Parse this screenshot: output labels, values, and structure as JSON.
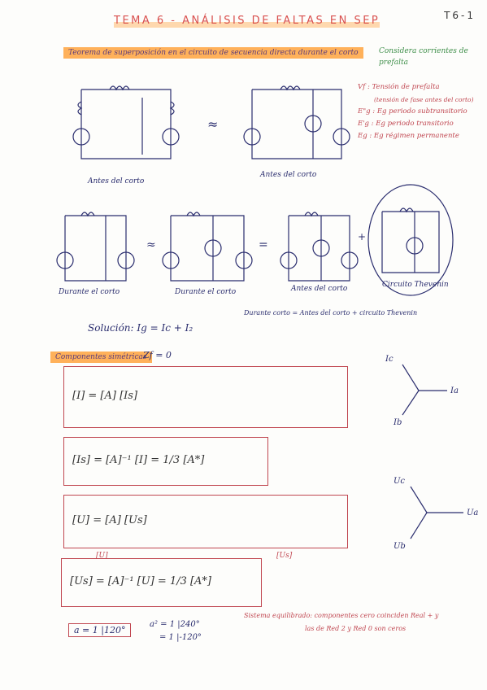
{
  "header": {
    "title": "TEMA 6 - ANÁLISIS DE FALTAS EN SEP",
    "page_number": "T6-1"
  },
  "section1": {
    "heading": "Teorema de superposición en el circuito de secuencia directa durante el corto",
    "side_note": "Considera corrientes de prefalta",
    "legend": [
      "Vf : Tensión de prefalta",
      "(tensión de fase antes del corto)",
      "E\"g : Eg periodo subtransitorio",
      "E'g : Eg periodo transitorio",
      "Eg : Eg régimen permanente"
    ],
    "captions": {
      "before": "Antes del corto",
      "before2": "Antes del corto",
      "during": "Durante el corto",
      "during2": "Durante el corto",
      "before3": "Antes del corto",
      "thevenin": "Circuito Thevenin"
    },
    "solution": "Solución:  Ig = Ic + I₂",
    "summary": "Durante corto = Antes del corto + circuito Thevenin"
  },
  "section2": {
    "heading": "Componentes simétricas",
    "zf": "Zf = 0",
    "eq1": "[I] = [A] [Is]",
    "eq2": "[Is] = [A]⁻¹ [I] = 1/3 [A*]",
    "eq3": "[U] = [A] [Us]",
    "eq4": "[Us] = [A]⁻¹ [U] = 1/3 [A*]",
    "label_u": "[U]",
    "label_us": "[Us]",
    "a_def": "a = 1 |120°",
    "a2_def1": "a² = 1 |240°",
    "a2_def2": "= 1 |-120°",
    "footnote1": "Sistema equilibrado: componentes cero coinciden Real + y",
    "footnote2": "las de Red 2 y Red 0 son ceros"
  },
  "phasors": {
    "currents": {
      "a": "Ia",
      "b": "Ib",
      "c": "Ic"
    },
    "voltages": {
      "a": "Ua",
      "b": "Ub",
      "c": "Uc"
    }
  }
}
